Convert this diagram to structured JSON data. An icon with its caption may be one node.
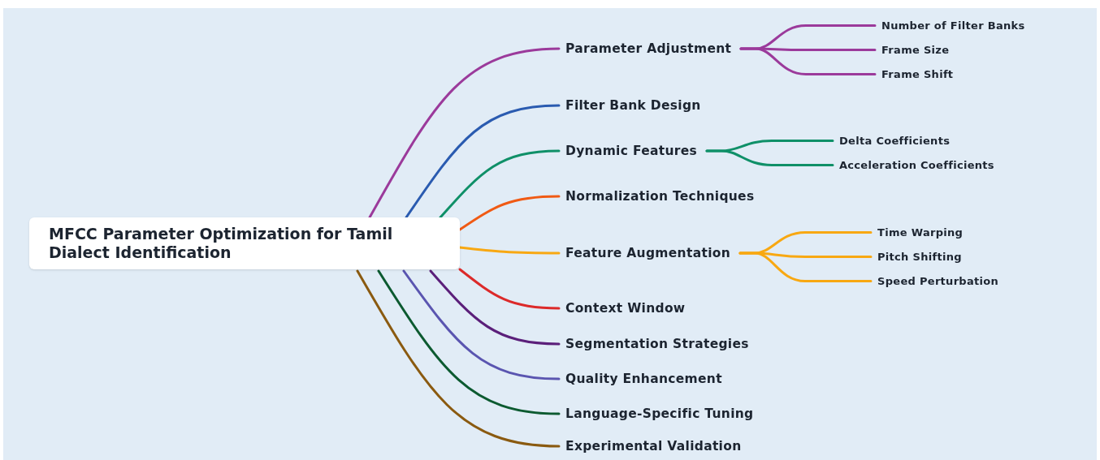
{
  "diagram": {
    "nodes": [
      {
        "text": [
          "MFCC Parameter Optimization for Tamil Dialect Identification"
        ]
      },
      {
        "text": [
          "Parameter Adjustment"
        ]
      },
      {
        "text": [
          "Number of Filter Banks"
        ]
      },
      {
        "text": [
          "Frame Size"
        ]
      },
      {
        "text": [
          "Frame Shift"
        ]
      },
      {
        "text": [
          "Filter Bank Design"
        ]
      },
      {
        "text": [
          "Dynamic Features"
        ]
      },
      {
        "text": [
          "Delta Coefficients"
        ]
      },
      {
        "text": [
          "Acceleration Coefficients"
        ]
      },
      {
        "text": [
          "Normalization Techniques"
        ]
      },
      {
        "text": [
          "Feature Augmentation"
        ]
      },
      {
        "text": [
          "Time Warping"
        ]
      },
      {
        "text": [
          "Pitch Shifting"
        ]
      },
      {
        "text": [
          "Speed Perturbation"
        ]
      },
      {
        "text": [
          "Context Window"
        ]
      },
      {
        "text": [
          "Segmentation Strategies"
        ]
      },
      {
        "text": [
          "Quality Enhancement"
        ]
      },
      {
        "text": [
          "Language-Specific Tuning"
        ]
      },
      {
        "text": [
          "Experimental Validation"
        ]
      }
    ],
    "edges": [
      {
        "from": 0,
        "to": 1,
        "arrow": "none",
        "color": "#9b3a9b"
      },
      {
        "from": 1,
        "to": 2,
        "arrow": "none",
        "color": "#9b3a9b"
      },
      {
        "from": 1,
        "to": 3,
        "arrow": "none",
        "color": "#9b3a9b"
      },
      {
        "from": 1,
        "to": 4,
        "arrow": "none",
        "color": "#9b3a9b"
      },
      {
        "from": 0,
        "to": 5,
        "arrow": "none",
        "color": "#2a5bb0"
      },
      {
        "from": 0,
        "to": 6,
        "arrow": "none",
        "color": "#0f9068"
      },
      {
        "from": 6,
        "to": 7,
        "arrow": "none",
        "color": "#0f9068"
      },
      {
        "from": 6,
        "to": 8,
        "arrow": "none",
        "color": "#0f9068"
      },
      {
        "from": 0,
        "to": 9,
        "arrow": "none",
        "color": "#f05a14"
      },
      {
        "from": 0,
        "to": 10,
        "arrow": "none",
        "color": "#f8a812"
      },
      {
        "from": 10,
        "to": 11,
        "arrow": "none",
        "color": "#f8a812"
      },
      {
        "from": 10,
        "to": 12,
        "arrow": "none",
        "color": "#f8a812"
      },
      {
        "from": 10,
        "to": 13,
        "arrow": "none",
        "color": "#f8a812"
      },
      {
        "from": 0,
        "to": 14,
        "arrow": "none",
        "color": "#dc2a2a"
      },
      {
        "from": 0,
        "to": 15,
        "arrow": "none",
        "color": "#5b1f7a"
      },
      {
        "from": 0,
        "to": 16,
        "arrow": "none",
        "color": "#5a55b0"
      },
      {
        "from": 0,
        "to": 17,
        "arrow": "none",
        "color": "#0c5a30"
      },
      {
        "from": 0,
        "to": 18,
        "arrow": "none",
        "color": "#8a5a10"
      }
    ]
  }
}
